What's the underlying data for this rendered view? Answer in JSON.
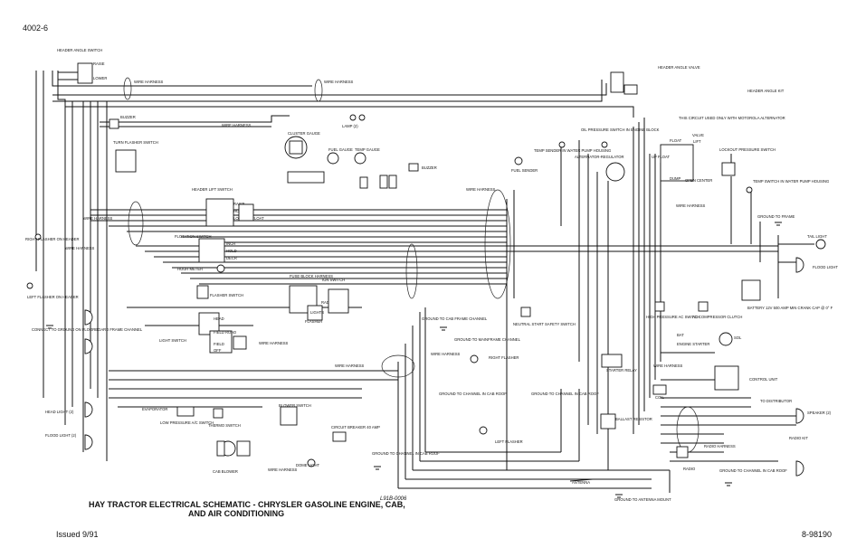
{
  "doc_code": "4002-6",
  "title_line1": "HAY TRACTOR ELECTRICAL SCHEMATIC - CHRYSLER GASOLINE ENGINE, CAB,",
  "title_line2": "AND AIR CONDITIONING",
  "figure_code": "L91B-0006",
  "issued": "Issued 9/91",
  "part_number": "8-98190",
  "notice": "THIS CIRCUIT USED ONLY WITH MOTOROLA ALTERNATOR",
  "components": {
    "header_angle_switch": "HEADER ANGLE SWITCH",
    "raise": "RAISE",
    "lower": "LOWER",
    "header_angle_valve": "HEADER ANGLE VALVE",
    "header_angle_kit": "HEADER ANGLE KIT",
    "buzzer": "BUZZER",
    "turn_flasher_switch": "TURN FLASHER SWITCH",
    "cluster_gauge": "CLUSTER GAUGE",
    "fuel_gauge": "FUEL GAUGE",
    "temp_gauge": "TEMP GAUGE",
    "lamp": "LAMP (2)",
    "header_lift_switch": "HEADER LIFT SWITCH",
    "raise_sw": "RAISE",
    "hold": "HOLD",
    "lower_float": "LOWER & FLOAT",
    "flotation_switch": "FLOTATION SWITCH",
    "incr": "INCR",
    "hold2": "HOLD",
    "decr": "DECR",
    "hour_meter": "HOUR METER",
    "flasher_switch": "FLASHER SWITCH",
    "fuse_block": "FUSE BLOCK HARNESS",
    "ign_switch": "IGN SWITCH",
    "radio": "RADIO",
    "lights": "LIGHTS",
    "flasher": "FLASHER",
    "light_switch": "LIGHT SWITCH",
    "head": "HEAD",
    "field_road": "FIELD ROAD",
    "field": "FIELD",
    "off": "OFF",
    "right_flasher_on_header": "RIGHT FLASHER ON HEADER",
    "left_flasher_on_header": "LEFT FLASHER ON HEADER",
    "connect_to_ground": "CONNECT TO GROUND ON FLOORBOARD FRAME CHANNEL",
    "head_light": "HEAD LIGHT (2)",
    "flood_light": "FLOOD LIGHT (2)",
    "evaporator": "EVAPORATOR",
    "low_pressure_switch": "LOW PRESSURE A/C SWITCH",
    "thermo_switch": "THERMO SWITCH",
    "blower_switch": "BLOWER SWITCH",
    "cab_blower": "CAB BLOWER",
    "circuit_breaker": "CIRCUIT BREAKER 40 AMP",
    "dome_light": "DOME LIGHT",
    "ground_cab_roof": "GROUND TO CHANNEL IN CAB ROOF",
    "ground_cab_frame": "GROUND TO CAB FRAME CHANNEL",
    "ground_mainframe": "GROUND TO MAINFRAME CHANNEL",
    "right_flasher": "RIGHT FLASHER",
    "left_flasher": "LEFT FLASHER",
    "ground_channel_cab_roof": "GROUND TO CHANNEL IN CAB ROOF",
    "neutral_start": "NEUTRAL START SAFETY SWITCH",
    "fuel_sender": "FUEL SENDER",
    "temp_sender": "TEMP SENDER IN WATER PUMP HOUSING",
    "oil_pressure_switch": "OIL PRESSURE SWITCH IN ENGINE BLOCK",
    "alternator_regulator": "ALTERNATOR-REGULATOR",
    "valve": "VALVE",
    "float": "FLOAT",
    "lift": "LIFT",
    "dump": "DUMP",
    "open_center": "OPEN CENTER",
    "up_float": "UP FLOAT",
    "lockout_pressure_switch": "LOCKOUT PRESSURE SWITCH",
    "temp_switch": "TEMP SWITCH IN WATER PUMP HOUSING",
    "ground_to_frame": "GROUND TO FRAME",
    "tail_light": "TAIL LIGHT",
    "flood_light_r": "FLOOD LIGHT",
    "high_pressure_switch": "HIGH PRESSURE AC SWITCH",
    "ac_compressor_clutch": "AC COMPRESSOR CLUTCH",
    "battery": "BATTERY 12V 500 AMP MIN CRANK CAP @ 0° F",
    "bat": "BAT",
    "engine_starter": "ENGINE STARTER",
    "starter_relay": "STARTER RELAY",
    "coil": "COIL",
    "ballast_resistor": "BALLAST RESISTOR",
    "control_unit": "CONTROL UNIT",
    "to_distributor": "TO DISTRIBUTOR",
    "speaker": "SPEAKER (2)",
    "radio_kit": "RADIO KIT",
    "radio_harness": "RADIO HARNESS",
    "radio_r": "RADIO",
    "ground_cab_roof_r": "GROUND TO CHANNEL IN CAB ROOF",
    "antenna": "ANTENNA",
    "ground_antenna": "GROUND TO ANTENNA MOUNT",
    "wire_harness": "WIRE HARNESS",
    "sol": "SOL",
    "r_l": "R L"
  }
}
